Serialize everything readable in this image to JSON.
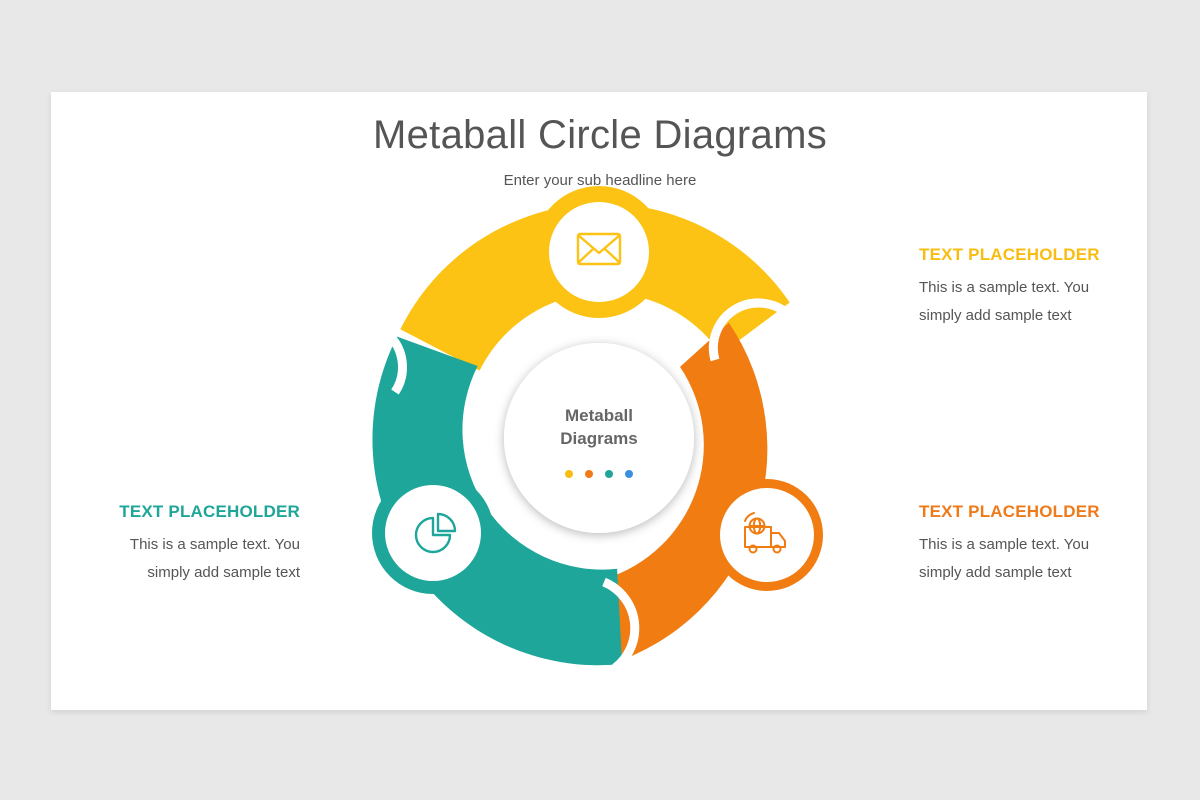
{
  "slide": {
    "title": "Metaball Circle Diagrams",
    "subtitle": "Enter your sub headline here"
  },
  "center": {
    "line1": "Metaball",
    "line2": "Diagrams",
    "dots": [
      "#f9bd12",
      "#ef7a1a",
      "#1fa699",
      "#3b8fe0"
    ]
  },
  "segments": [
    {
      "color": "#fcc314",
      "icon": "envelope-icon"
    },
    {
      "color": "#f07c12",
      "icon": "delivery-truck-icon"
    },
    {
      "color": "#1ea69a",
      "icon": "pie-chart-icon"
    }
  ],
  "blocks": {
    "top_right": {
      "heading": "TEXT PLACEHOLDER",
      "text_line1": "This is a sample text. You",
      "text_line2": "simply add sample text",
      "color": "#f9bd12"
    },
    "bottom_right": {
      "heading": "TEXT PLACEHOLDER",
      "text_line1": "This is a sample text. You",
      "text_line2": "simply add sample text",
      "color": "#ef7a1a"
    },
    "left": {
      "heading": "TEXT PLACEHOLDER",
      "text_line1": "This is a sample text. You",
      "text_line2": "simply add sample text",
      "color": "#1fa699"
    }
  }
}
